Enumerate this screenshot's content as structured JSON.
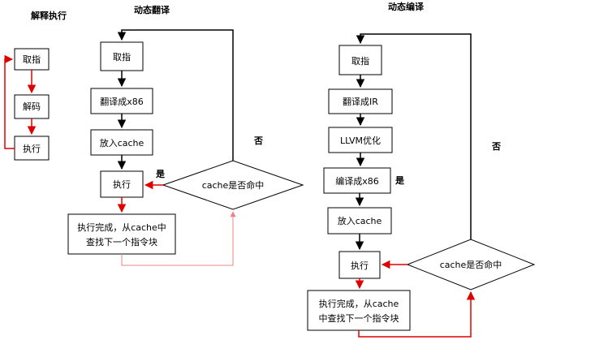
{
  "titles": {
    "interpret": "解释执行",
    "dynamic_translate": "动态翻译",
    "dynamic_compile": "动态编译"
  },
  "interpret": {
    "fetch": "取指",
    "decode": "解码",
    "execute": "执行"
  },
  "translate": {
    "fetch": "取指",
    "to_x86": "翻译成x86",
    "put_cache": "放入cache",
    "execute": "执行",
    "done_line1": "执行完成，从cache中",
    "done_line2": "查找下一个指令块",
    "decision": "cache是否命中",
    "yes": "是",
    "no": "否"
  },
  "compile": {
    "fetch": "取指",
    "to_ir": "翻译成IR",
    "llvm_opt": "LLVM优化",
    "to_x86": "编译成x86",
    "put_cache": "放入cache",
    "execute": "执行",
    "done_line1": "执行完成，从cache",
    "done_line2": "中查找下一个指令块",
    "decision": "cache是否命中",
    "yes": "是",
    "no": "否"
  },
  "colors": {
    "flow": "#000000",
    "feedback": "#e00000",
    "miss_path": "#f08080"
  }
}
